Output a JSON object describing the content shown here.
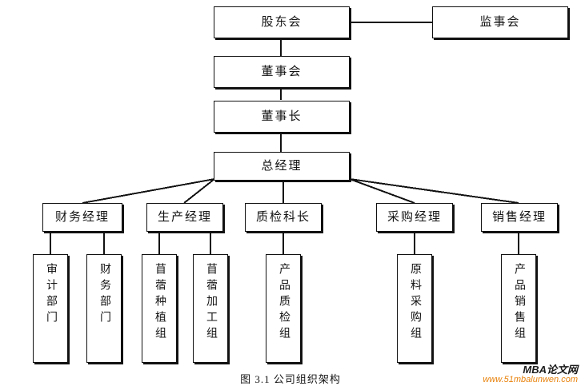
{
  "figure": {
    "caption": "图 3.1  公司组织架构",
    "watermark_brand": "MBA论文网",
    "watermark_url": "www.51mbalunwen.com",
    "line_color": "#111111",
    "accent_color": "#e8820c",
    "background": "#ffffff"
  },
  "chart_data": {
    "type": "diagram",
    "subtype": "organization-chart",
    "title": "图 3.1  公司组织架构",
    "orientation": "top-down",
    "levels": [
      [
        "股东会",
        "监事会"
      ],
      [
        "董事会"
      ],
      [
        "董事长"
      ],
      [
        "总经理"
      ],
      [
        "财务经理",
        "生产经理",
        "质检科长",
        "采购经理",
        "销售经理"
      ],
      [
        "审计部门",
        "财务部门",
        "苜蓿种植组",
        "苜蓿加工组",
        "产品质检组",
        "原料采购组",
        "产品销售组"
      ]
    ],
    "edges": [
      {
        "from": "股东会",
        "to": "监事会",
        "style": "horizontal"
      },
      {
        "from": "股东会",
        "to": "董事会",
        "style": "vertical"
      },
      {
        "from": "董事会",
        "to": "董事长",
        "style": "vertical"
      },
      {
        "from": "董事长",
        "to": "总经理",
        "style": "vertical"
      },
      {
        "from": "总经理",
        "to": "财务经理",
        "style": "diagonal"
      },
      {
        "from": "总经理",
        "to": "生产经理",
        "style": "diagonal"
      },
      {
        "from": "总经理",
        "to": "质检科长",
        "style": "vertical"
      },
      {
        "from": "总经理",
        "to": "采购经理",
        "style": "diagonal"
      },
      {
        "from": "总经理",
        "to": "销售经理",
        "style": "diagonal"
      },
      {
        "from": "财务经理",
        "to": "审计部门",
        "style": "vertical"
      },
      {
        "from": "财务经理",
        "to": "财务部门",
        "style": "vertical"
      },
      {
        "from": "生产经理",
        "to": "苜蓿种植组",
        "style": "vertical"
      },
      {
        "from": "生产经理",
        "to": "苜蓿加工组",
        "style": "vertical"
      },
      {
        "from": "质检科长",
        "to": "产品质检组",
        "style": "vertical"
      },
      {
        "from": "采购经理",
        "to": "原料采购组",
        "style": "vertical"
      },
      {
        "from": "销售经理",
        "to": "产品销售组",
        "style": "vertical"
      }
    ]
  },
  "nodes": {
    "shareholders": "股东会",
    "supervisors": "监事会",
    "board": "董事会",
    "chairman": "董事长",
    "general_manager": "总经理",
    "finance_manager": "财务经理",
    "production_manager": "生产经理",
    "qc_chief": "质检科长",
    "purchasing_manager": "采购经理",
    "sales_manager": "销售经理",
    "audit_dept": "审计部门",
    "finance_dept": "财务部门",
    "alfalfa_planting_team": "苜蓿种植组",
    "alfalfa_processing_team": "苜蓿加工组",
    "product_qc_team": "产品质检组",
    "material_purchasing_team": "原料采购组",
    "product_sales_team": "产品销售组"
  }
}
